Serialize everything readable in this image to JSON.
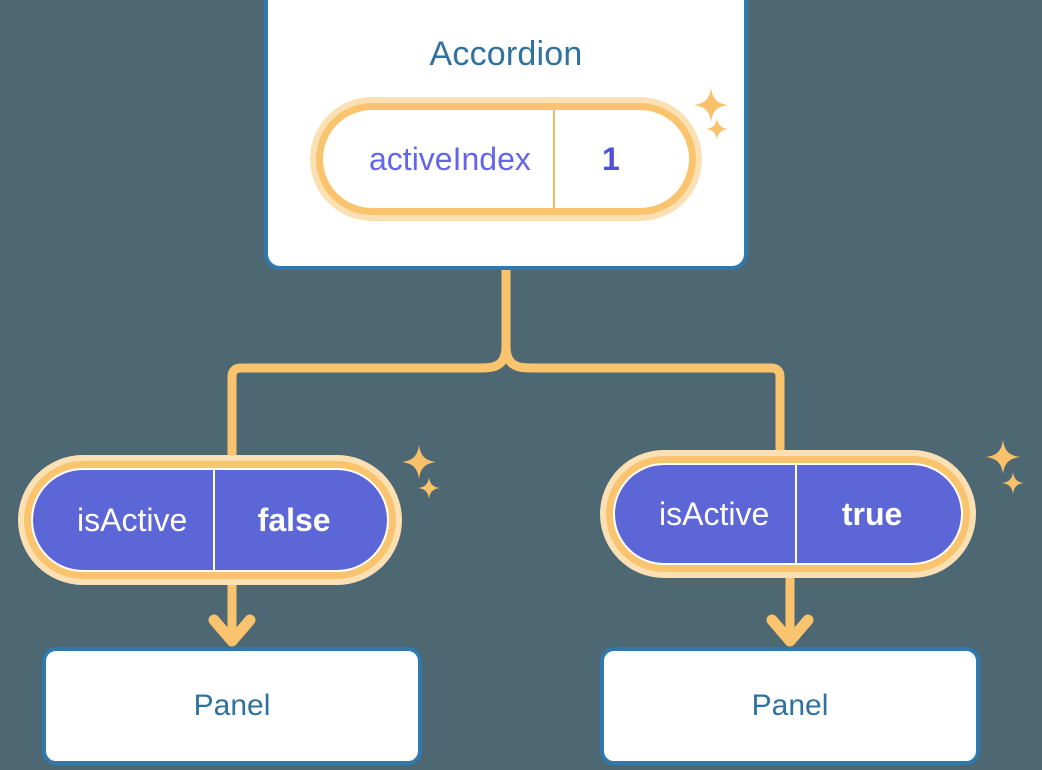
{
  "theme": {
    "background": "#4d6872",
    "card_border": "#2f79ae",
    "card_fill": "#ffffff",
    "title_text": "#2f719f",
    "accent_orange": "#f9c46d",
    "accent_orange_soft": "#fbe0b4",
    "state_fill": "#5c66d6",
    "state_text_on_white": "#6366ea",
    "state_text_on_fill": "#ffffff"
  },
  "diagram": {
    "type": "component-state-tree",
    "parent": {
      "title": "Accordion",
      "state": {
        "key": "activeIndex",
        "value": "1",
        "style": "outlined"
      }
    },
    "children": [
      {
        "id": "panel-left",
        "state": {
          "key": "isActive",
          "value": "false",
          "style": "filled"
        },
        "title": "Panel"
      },
      {
        "id": "panel-right",
        "state": {
          "key": "isActive",
          "value": "true",
          "style": "filled"
        },
        "title": "Panel"
      }
    ],
    "sparkles": [
      {
        "id": "sparkle-accordion",
        "large": true,
        "small": true
      },
      {
        "id": "sparkle-panel-left",
        "large": true,
        "small": true
      },
      {
        "id": "sparkle-panel-right",
        "large": true,
        "small": true
      }
    ],
    "connectors": {
      "style": "rounded-elbow",
      "color": "#f9c46d",
      "arrowheads": "chevron-down"
    }
  }
}
